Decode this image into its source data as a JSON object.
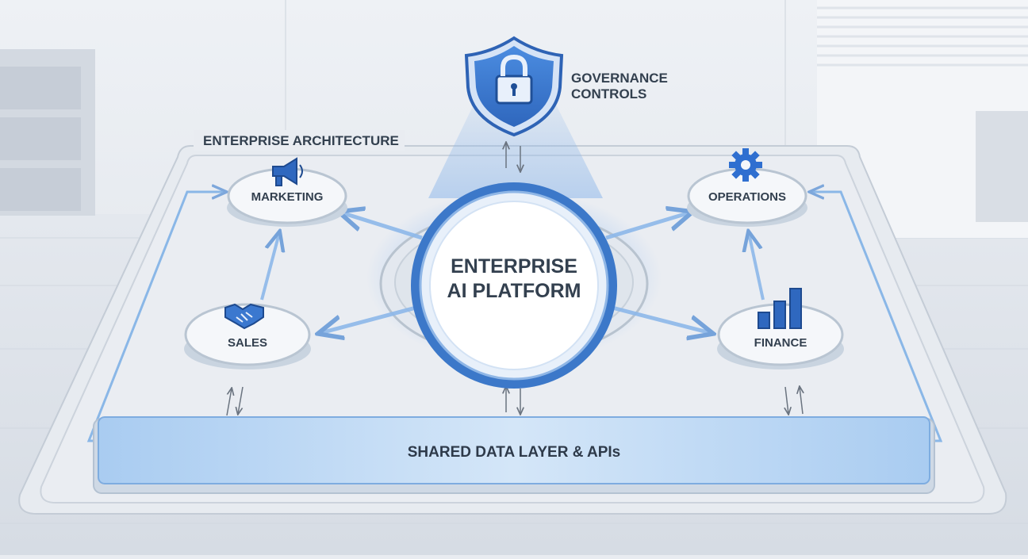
{
  "diagram": {
    "frame_title": "ENTERPRISE ARCHITECTURE",
    "governance": {
      "line1": "GOVERNANCE",
      "line2": "CONTROLS",
      "icon": "padlock-shield-icon"
    },
    "hub": {
      "line1": "ENTERPRISE",
      "line2": "AI PLATFORM"
    },
    "nodes": [
      {
        "id": "marketing",
        "label": "MARKETING",
        "icon": "megaphone-icon"
      },
      {
        "id": "operations",
        "label": "OPERATIONS",
        "icon": "gear-icon"
      },
      {
        "id": "sales",
        "label": "SALES",
        "icon": "handshake-icon"
      },
      {
        "id": "finance",
        "label": "FINANCE",
        "icon": "bar-chart-icon"
      }
    ],
    "data_layer": {
      "label": "SHARED DATA LAYER & APIs"
    },
    "colors": {
      "accent": "#3a7bd5",
      "accent_dark": "#2b5fae",
      "text": "#2e3a4a",
      "layer_fill": "#bcd7f3",
      "background": "#e9ecf1"
    }
  }
}
